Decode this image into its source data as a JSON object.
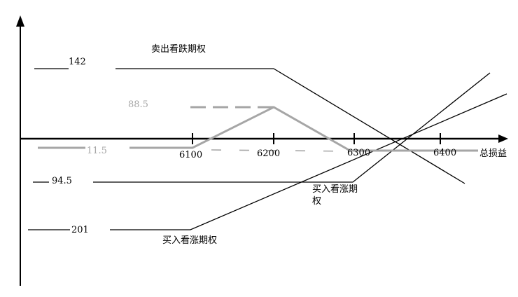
{
  "colors": {
    "black": "#000000",
    "gray": "#a6a6a6"
  },
  "axis": {
    "x_label": "总损益",
    "ticks": [
      "6100",
      "6200",
      "6300",
      "6400"
    ]
  },
  "lines": {
    "sell_put": {
      "name": "卖出看跌期权",
      "premium": "142"
    },
    "buy_call_1": {
      "name_line1": "买入看涨期",
      "name_line2": "权",
      "premium": "94.5"
    },
    "buy_call_2": {
      "name": "买入看涨期权",
      "premium": "201"
    },
    "total": {
      "max_profit": "88.5",
      "max_loss": "11.5"
    }
  }
}
